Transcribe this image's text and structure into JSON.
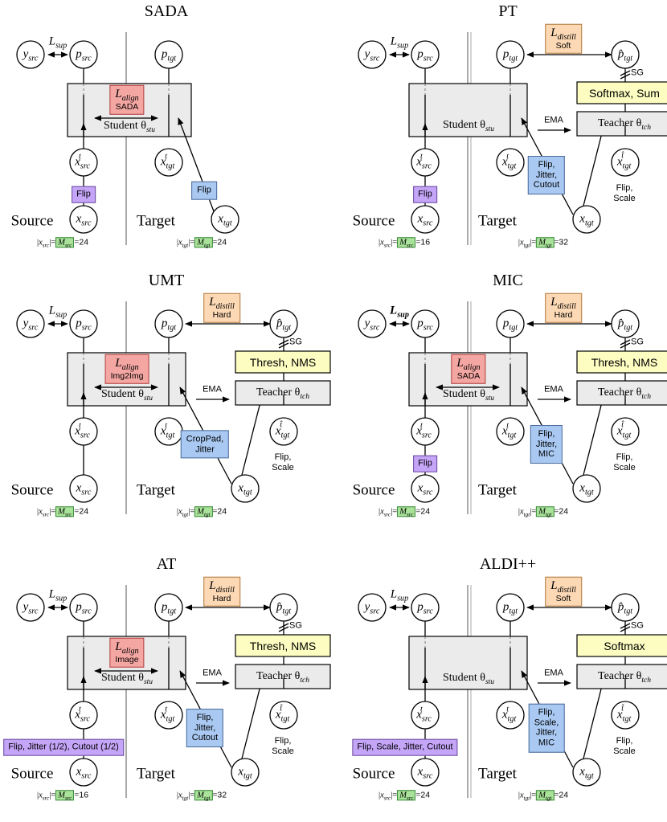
{
  "colors": {
    "align_box": "#f4a6a2",
    "distill_box": "#fcd8b4",
    "head_box": "#fdfdc2",
    "aug_blue": "#a9c9f2",
    "aug_purple": "#c5a5f8",
    "student_fill": "#ebebeb",
    "count_green": "#a9e39a",
    "stroke": "#000000"
  },
  "panels": [
    {
      "title": "SADA",
      "student_label": "Student θ",
      "student_sub": "stu",
      "align": {
        "main": "L",
        "sub": "align",
        "caption": "SADA"
      },
      "distill": null,
      "head": null,
      "teacher": null,
      "ema_label": "",
      "src_aug": "Flip",
      "tgt_aug": "Flip",
      "tgt_aug_lines": [
        "Flip"
      ],
      "strong_weak": "",
      "weak_label": [],
      "sg_label": "",
      "source_label": "Source",
      "target_label": "Target",
      "loss_sup": {
        "main": "L",
        "sub": "sup"
      },
      "src_count": "24",
      "tgt_count": "24",
      "src_aug_wide": false,
      "bold_sup": false
    },
    {
      "title": "PT",
      "student_label": "Student θ",
      "student_sub": "stu",
      "align": null,
      "distill": {
        "main": "L",
        "sub": "distill",
        "caption": "Soft"
      },
      "head": "Softmax, Sum",
      "teacher": {
        "label": "Teacher θ",
        "sub": "tch"
      },
      "ema_label": "EMA",
      "src_aug": "Flip",
      "tgt_aug_lines": [
        "Flip,",
        "Jitter,",
        "Cutout"
      ],
      "weak_label": [
        "Flip,",
        "Scale"
      ],
      "sg_label": "SG",
      "source_label": "Source",
      "target_label": "Target",
      "loss_sup": {
        "main": "L",
        "sub": "sup"
      },
      "src_count": "16",
      "tgt_count": "32",
      "src_aug_wide": false,
      "bold_sup": false
    },
    {
      "title": "UMT",
      "student_label": "Student θ",
      "student_sub": "stu",
      "align": {
        "main": "L",
        "sub": "align",
        "caption": "Img2Img"
      },
      "distill": {
        "main": "L",
        "sub": "distill",
        "caption": "Hard"
      },
      "head": "Thresh, NMS",
      "teacher": {
        "label": "Teacher θ",
        "sub": "tch"
      },
      "ema_label": "EMA",
      "src_aug": "",
      "tgt_aug_lines": [
        "CropPad,",
        "Jitter"
      ],
      "weak_label": [
        "Flip,",
        "Scale"
      ],
      "sg_label": "SG",
      "source_label": "Source",
      "target_label": "Target",
      "loss_sup": {
        "main": "L",
        "sub": "sup"
      },
      "src_count": "24",
      "tgt_count": "24",
      "src_aug_wide": false,
      "bold_sup": false
    },
    {
      "title": "MIC",
      "student_label": "Student θ",
      "student_sub": "stu",
      "align": {
        "main": "L",
        "sub": "align",
        "caption": "SADA"
      },
      "distill": {
        "main": "L",
        "sub": "distill",
        "caption": "Hard"
      },
      "head": "Thresh, NMS",
      "teacher": {
        "label": "Teacher θ",
        "sub": "tch"
      },
      "ema_label": "EMA",
      "src_aug": "Flip",
      "tgt_aug_lines": [
        "Flip,",
        "Jitter,",
        "MIC"
      ],
      "weak_label": [
        "Flip,",
        "Scale"
      ],
      "sg_label": "SG",
      "source_label": "Source",
      "target_label": "Target",
      "loss_sup": {
        "main": "L",
        "sub": "sup"
      },
      "src_count": "24",
      "tgt_count": "24",
      "src_aug_wide": false,
      "bold_sup": true
    },
    {
      "title": "AT",
      "student_label": "Student θ",
      "student_sub": "stu",
      "align": {
        "main": "L",
        "sub": "align",
        "caption": "Image"
      },
      "distill": {
        "main": "L",
        "sub": "distill",
        "caption": "Hard"
      },
      "head": "Thresh, NMS",
      "teacher": {
        "label": "Teacher θ",
        "sub": "tch"
      },
      "ema_label": "EMA",
      "src_aug": "Flip, Jitter (1/2), Cutout (1/2)",
      "tgt_aug_lines": [
        "Flip,",
        "Jitter,",
        "Cutout"
      ],
      "weak_label": [
        "Flip,",
        "Scale"
      ],
      "sg_label": "SG",
      "source_label": "Source",
      "target_label": "Target",
      "loss_sup": {
        "main": "L",
        "sub": "sup"
      },
      "src_count": "16",
      "tgt_count": "32",
      "src_aug_wide": true,
      "bold_sup": false
    },
    {
      "title": "ALDI++",
      "student_label": "Student θ",
      "student_sub": "stu",
      "align": null,
      "distill": {
        "main": "L",
        "sub": "distill",
        "caption": "Soft"
      },
      "head": "Softmax",
      "teacher": {
        "label": "Teacher θ",
        "sub": "tch"
      },
      "ema_label": "EMA",
      "src_aug": "Flip, Scale, Jitter, Cutout",
      "tgt_aug_lines": [
        "Flip,",
        "Scale,",
        "Jitter,",
        "MIC"
      ],
      "weak_label": [
        "Flip,",
        "Scale"
      ],
      "sg_label": "SG",
      "source_label": "Source",
      "target_label": "Target",
      "loss_sup": {
        "main": "L",
        "sub": "sup"
      },
      "src_count": "24",
      "tgt_count": "24",
      "src_aug_wide": true,
      "bold_sup": false
    }
  ]
}
